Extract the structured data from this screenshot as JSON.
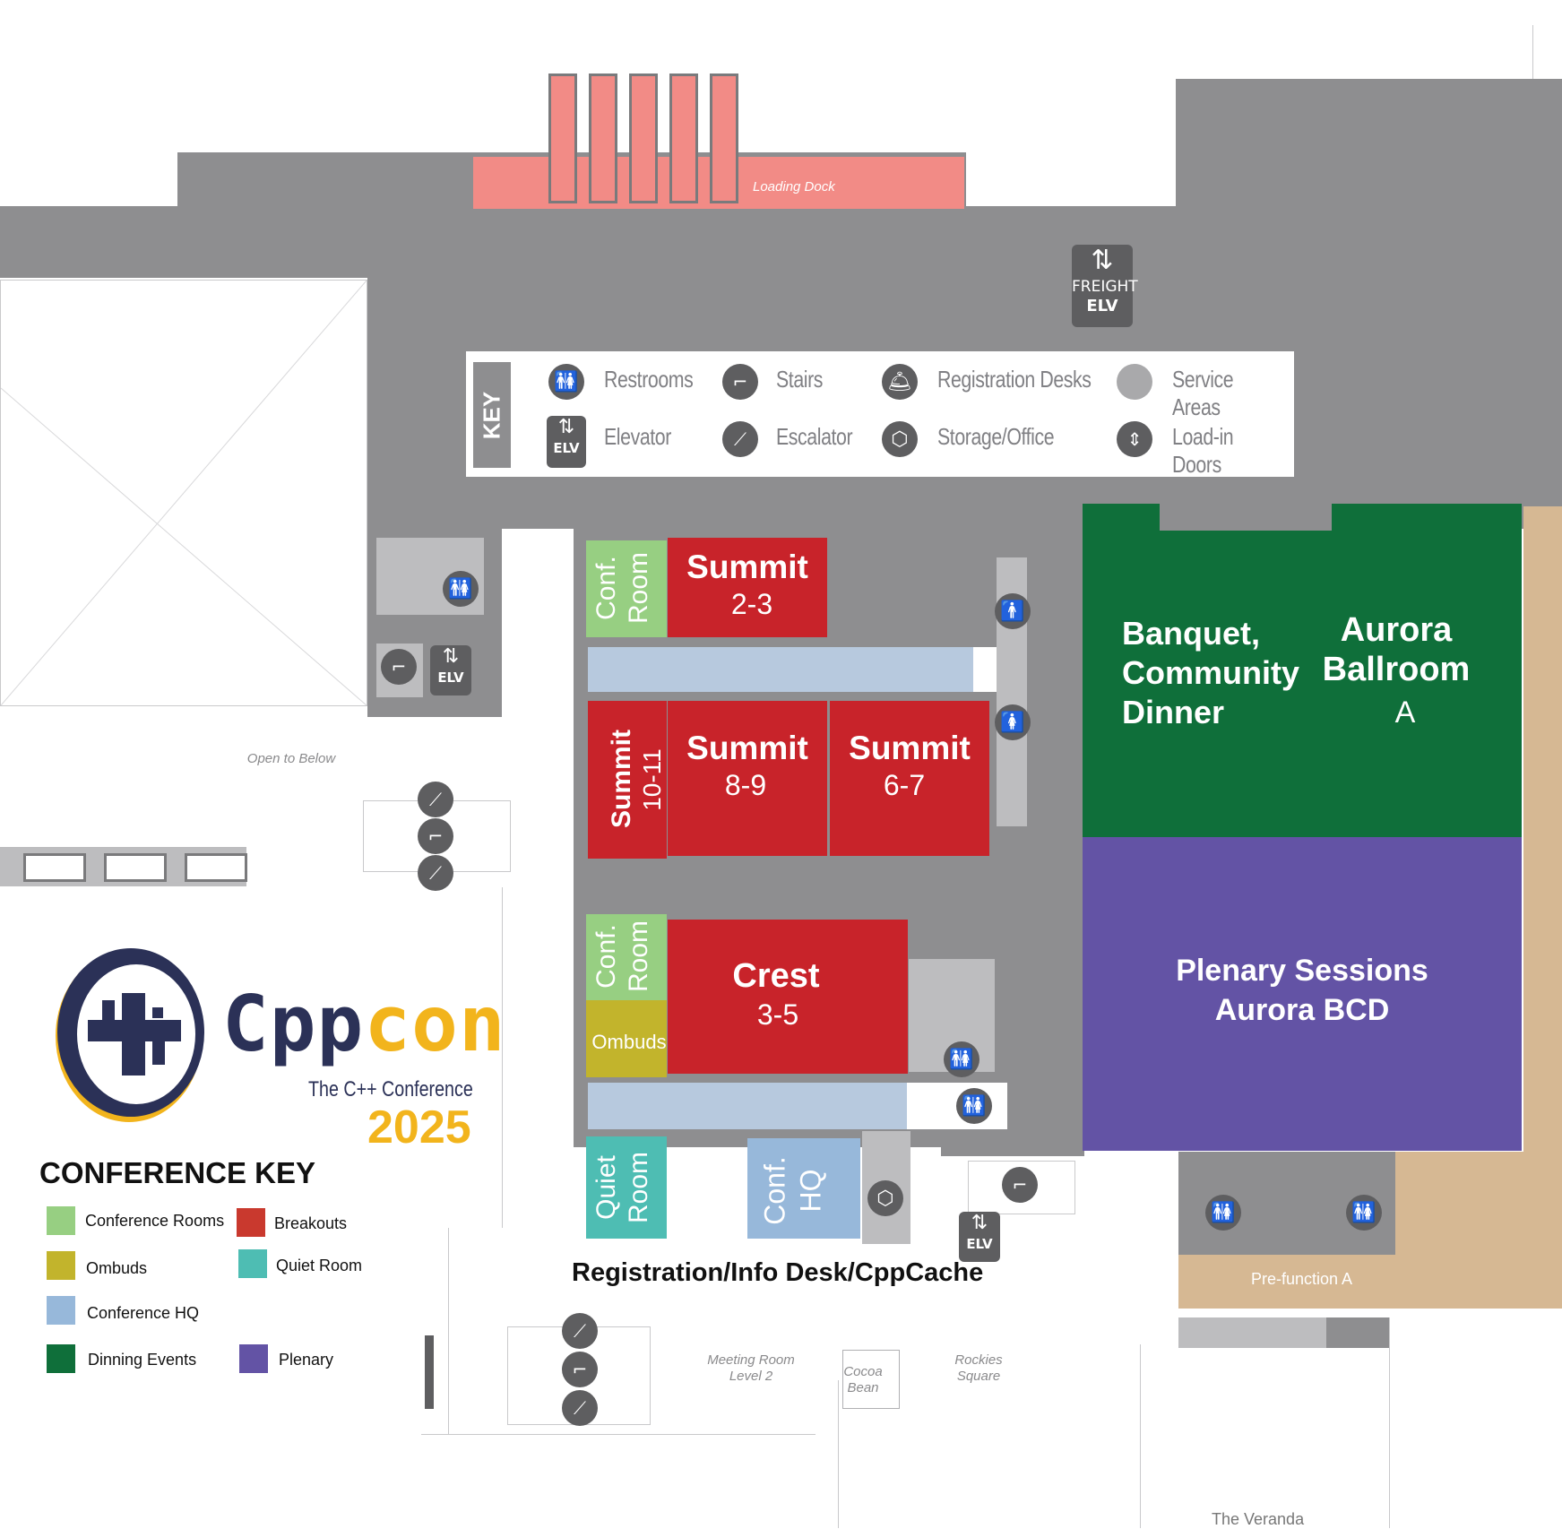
{
  "map": {
    "loading_dock": "Loading Dock",
    "freight_elevator": {
      "line1": "FREIGHT",
      "line2": "ELV"
    },
    "open_to_below": "Open to Below",
    "meeting_room_level2": {
      "line1": "Meeting Room",
      "line2": "Level 2"
    },
    "cocoa_bean": {
      "line1": "Cocoa",
      "line2": "Bean"
    },
    "rockies_square": {
      "line1": "Rockies",
      "line2": "Square"
    },
    "prefunction_a": "Pre-function A",
    "veranda": "The Veranda",
    "registration_desk": "Registration/Info Desk/CppCache",
    "elv_label": "ELV"
  },
  "key": {
    "title": "KEY",
    "items": {
      "restrooms": "Restrooms",
      "stairs": "Stairs",
      "registration_desks": "Registration Desks",
      "service_areas": "Service Areas",
      "elevator": "Elevator",
      "escalator": "Escalator",
      "storage_office": "Storage/Office",
      "loadin_doors": "Load-in Doors"
    }
  },
  "rooms": {
    "summit_2_3": {
      "name": "Summit",
      "num": "2-3"
    },
    "summit_8_9": {
      "name": "Summit",
      "num": "8-9"
    },
    "summit_6_7": {
      "name": "Summit",
      "num": "6-7"
    },
    "summit_10_11": {
      "name": "Summit",
      "num": "10-11"
    },
    "crest_3_5": {
      "name": "Crest",
      "num": "3-5"
    },
    "conf_room_top": {
      "line1": "Conf.",
      "line2": "Room"
    },
    "conf_room_mid": {
      "line1": "Conf.",
      "line2": "Room"
    },
    "ombuds": "Ombuds",
    "quiet_room": {
      "line1": "Quiet",
      "line2": "Room"
    },
    "conf_hq": {
      "line1": "Conf.",
      "line2": "HQ"
    },
    "banquet": {
      "line1": "Banquet,",
      "line2": "Community",
      "line3": "Dinner"
    },
    "aurora_a": {
      "line1": "Aurora",
      "line2": "Ballroom",
      "line3": "A"
    },
    "plenary": {
      "line1": "Plenary Sessions",
      "line2": "Aurora BCD"
    }
  },
  "brand": {
    "name_a": "Cpp",
    "name_b": "con",
    "tagline": "The C++ Conference",
    "year": "2025"
  },
  "conference_key": {
    "title": "CONFERENCE KEY",
    "items": [
      {
        "label": "Conference Rooms",
        "color": "#97cf82"
      },
      {
        "label": "Breakouts",
        "color": "#c9392e"
      },
      {
        "label": "Ombuds",
        "color": "#c2b42c"
      },
      {
        "label": "Quiet Room",
        "color": "#4ebdb3"
      },
      {
        "label": "Conference HQ",
        "color": "#97b8da"
      },
      {
        "label": "Dinning Events",
        "color": "#0f6f3a"
      },
      {
        "label": "Plenary",
        "color": "#6353a5"
      }
    ]
  },
  "colors": {
    "building": "#8e8e90",
    "breakout": "#c8232a",
    "conf_room": "#97cf82",
    "ombuds": "#c2b42c",
    "quiet": "#4ebdb3",
    "hq": "#97b8da",
    "dining": "#0f6f3a",
    "plenary": "#6353a5",
    "prefunction": "#d6b893",
    "loading": "#f28b86",
    "brand_navy": "#2b3157",
    "brand_gold": "#f2b41c"
  }
}
